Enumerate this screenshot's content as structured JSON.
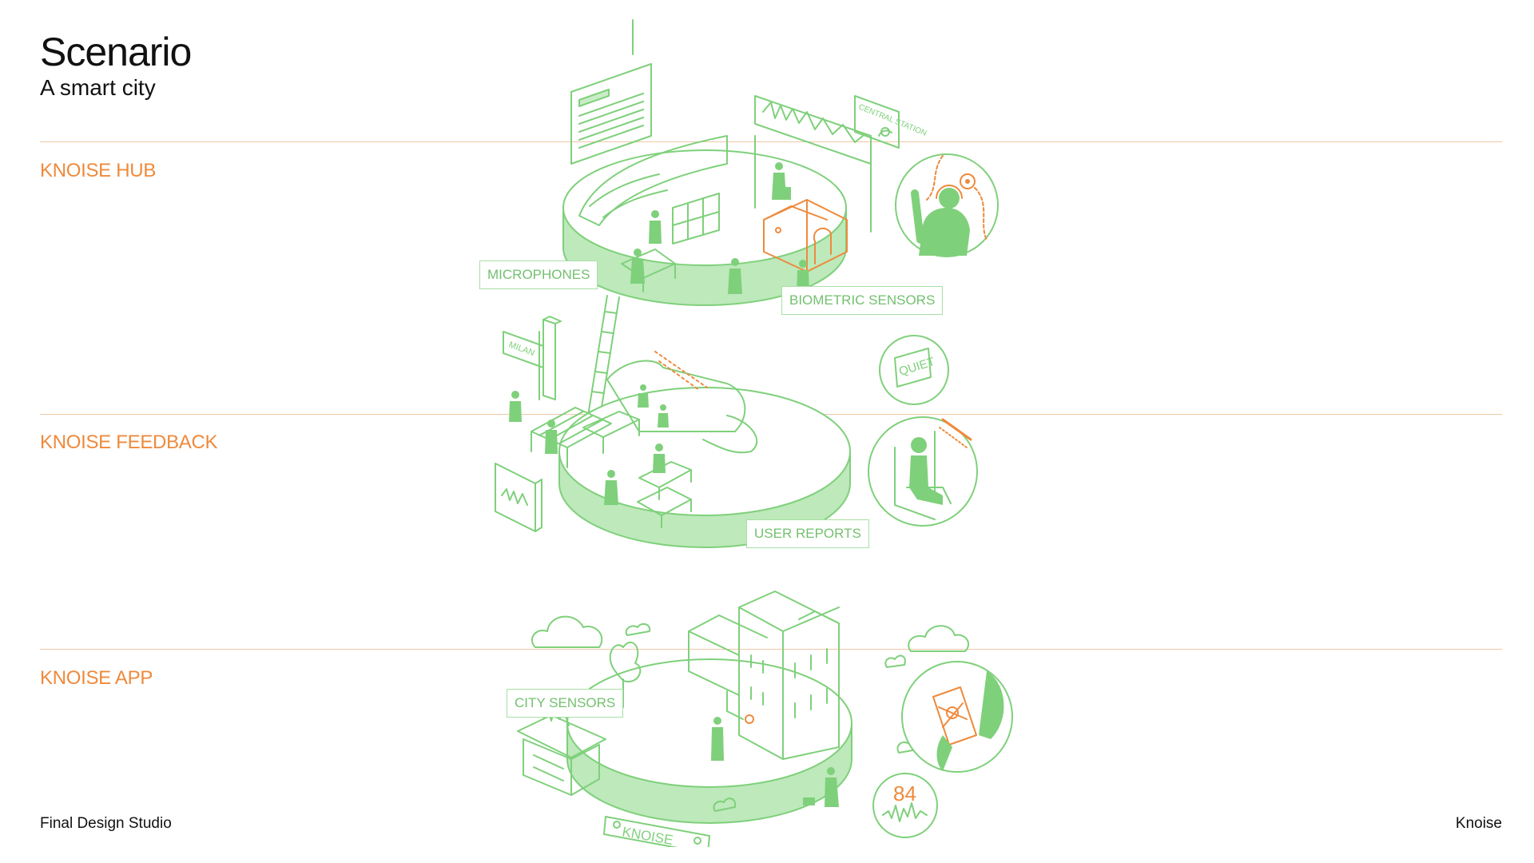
{
  "header": {
    "title": "Scenario",
    "subtitle": "A smart city"
  },
  "sections": [
    {
      "label": "KNOISE HUB"
    },
    {
      "label": "KNOISE FEEDBACK"
    },
    {
      "label": "KNOISE APP"
    }
  ],
  "callouts": {
    "microphones": "MICROPHONES",
    "biometric_sensors": "BIOMETRIC SENSORS",
    "user_reports": "USER REPORTS",
    "city_sensors": "CITY SENSORS"
  },
  "signs": {
    "central_station": "CENTRAL STATION",
    "milan": "MILAN",
    "quiet": "QUIET",
    "noise_level": "84",
    "brand_sign": "KNOISE"
  },
  "footer": {
    "left": "Final Design Studio",
    "right": "Knoise"
  },
  "colors": {
    "accent": "#ee8a3c",
    "illustration_green": "#7fd07b",
    "rule": "#f0c8a6"
  }
}
